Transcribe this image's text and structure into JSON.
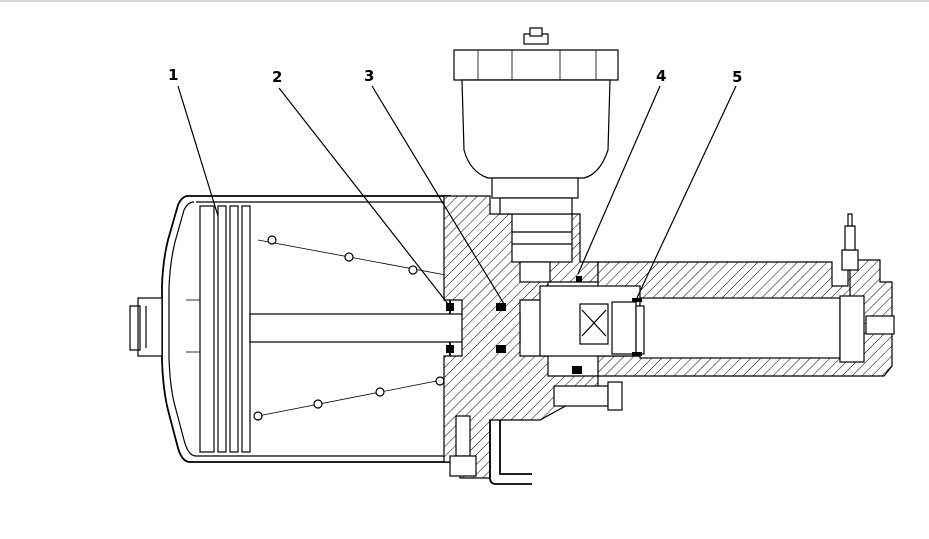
{
  "callouts": [
    {
      "id": "1",
      "label": "1"
    },
    {
      "id": "2",
      "label": "2"
    },
    {
      "id": "3",
      "label": "3"
    },
    {
      "id": "4",
      "label": "4"
    },
    {
      "id": "5",
      "label": "5"
    }
  ],
  "colors": {
    "line": "#000000",
    "background": "#ffffff",
    "top_border": "#d9d9d9"
  }
}
